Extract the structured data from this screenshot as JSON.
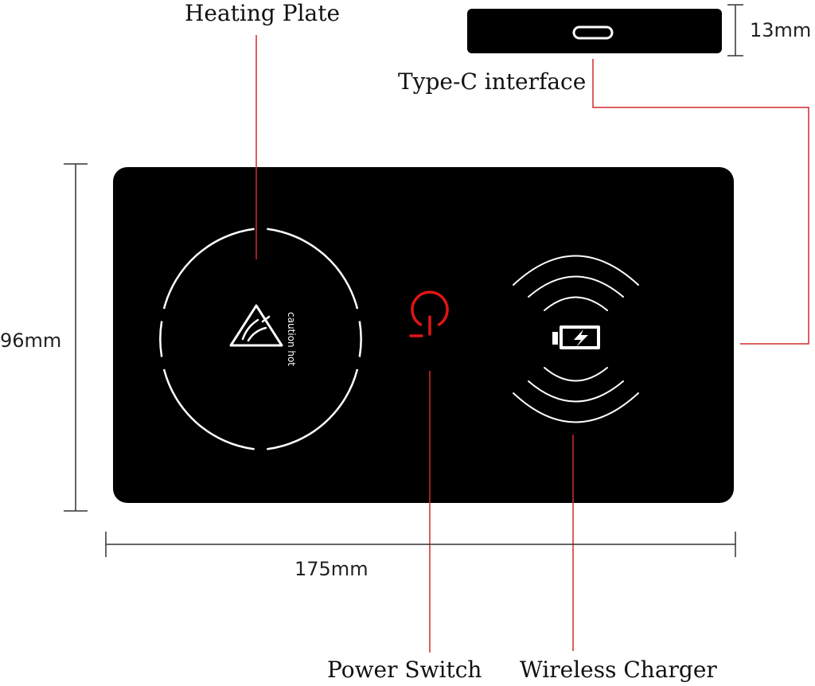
{
  "labels": {
    "heating_plate": "Heating Plate",
    "type_c": "Type-C interface",
    "power_switch": "Power Switch",
    "wireless_charger": "Wireless Charger"
  },
  "dimensions": {
    "thickness": "13mm",
    "height": "96mm",
    "width": "175mm"
  },
  "device": {
    "caution_text": "caution hot"
  },
  "colors": {
    "device_body": "#000000",
    "leader_line": "#d42a2a",
    "power_icon": "#e01515",
    "ring": "#ffffff",
    "dimension_line": "#333333"
  },
  "icons": [
    "warning-triangle-icon",
    "power-icon",
    "battery-charging-icon",
    "usb-c-port-icon"
  ]
}
